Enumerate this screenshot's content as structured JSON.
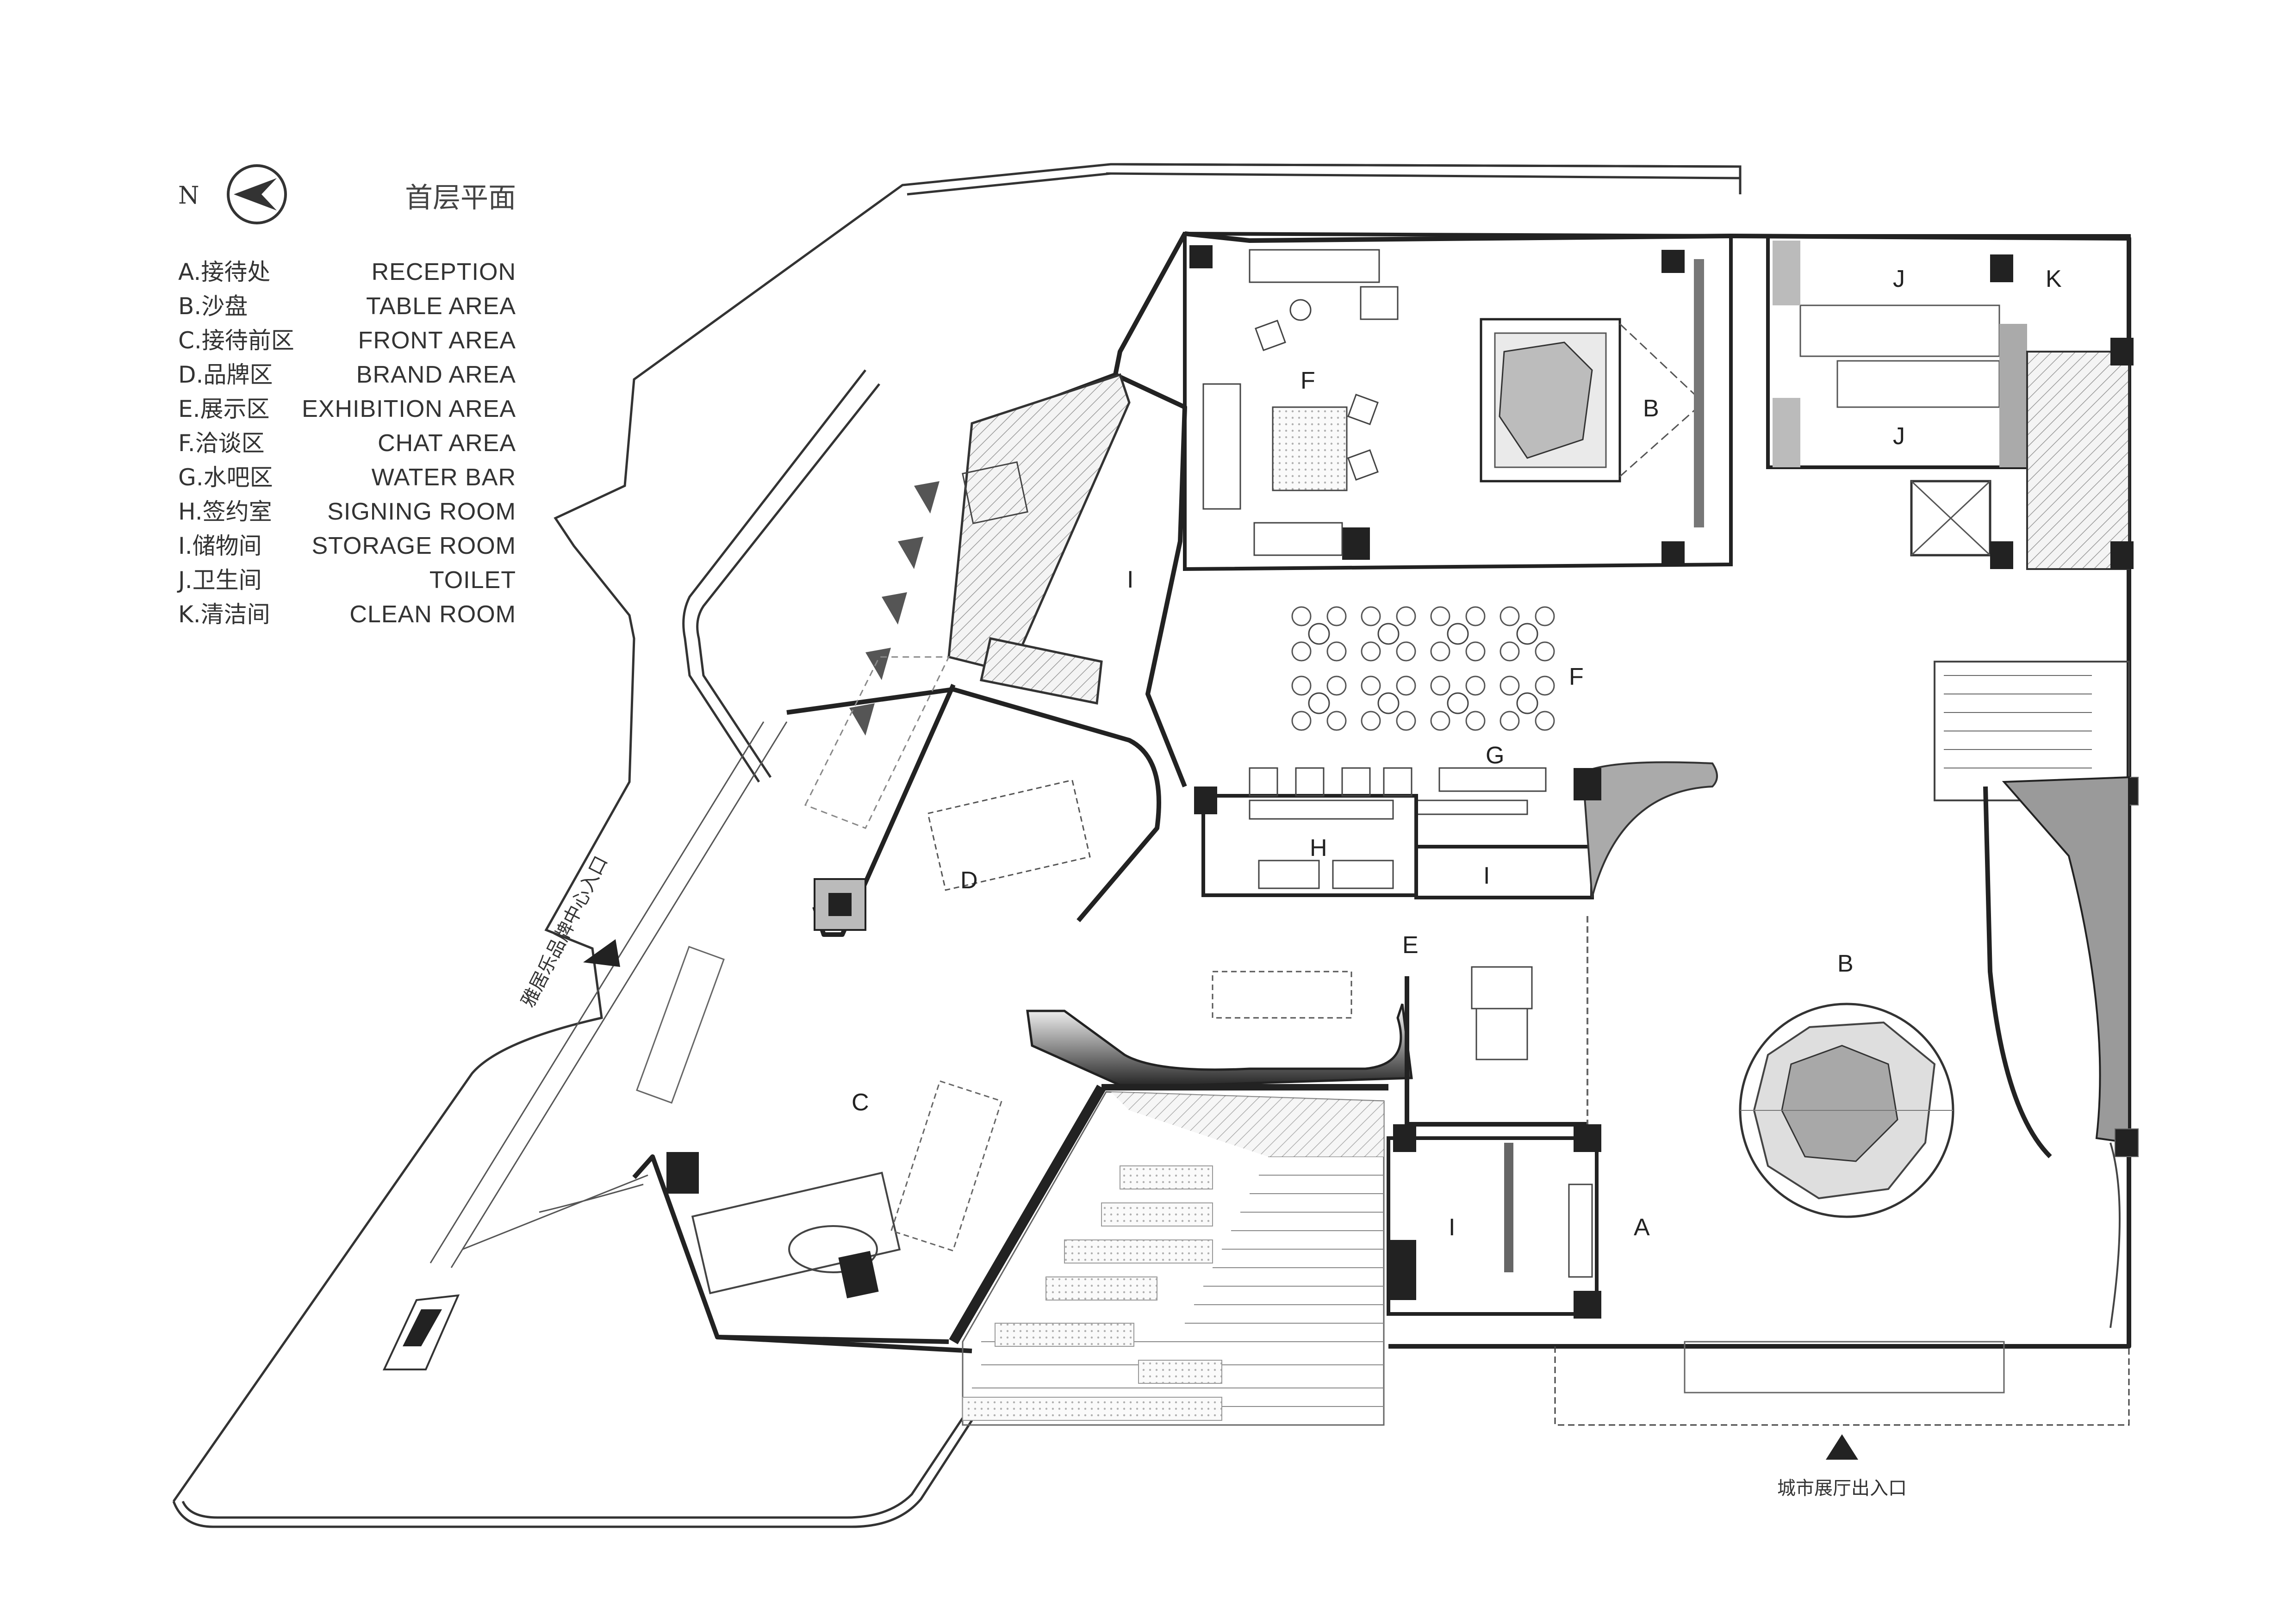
{
  "title": "首层平面",
  "north_label": "N",
  "legend": [
    {
      "zh": "A.接待处",
      "en": "RECEPTION"
    },
    {
      "zh": "B.沙盘",
      "en": "TABLE AREA"
    },
    {
      "zh": "C.接待前区",
      "en": "FRONT AREA"
    },
    {
      "zh": "D.品牌区",
      "en": "BRAND AREA"
    },
    {
      "zh": "E.展示区",
      "en": "EXHIBITION AREA"
    },
    {
      "zh": "F.洽谈区",
      "en": "CHAT AREA"
    },
    {
      "zh": "G.水吧区",
      "en": "WATER BAR"
    },
    {
      "zh": "H.签约室",
      "en": "SIGNING ROOM"
    },
    {
      "zh": "I.储物间",
      "en": "STORAGE ROOM"
    },
    {
      "zh": "J.卫生间",
      "en": "TOILET"
    },
    {
      "zh": "K.清洁间",
      "en": "CLEAN ROOM"
    }
  ],
  "room_labels": {
    "a": "A",
    "b": "B",
    "c": "C",
    "d": "D",
    "e": "E",
    "f": "F",
    "g": "G",
    "h": "H",
    "i": "I",
    "j": "J",
    "k": "K"
  },
  "entrances": {
    "brand_center": "雅居乐品牌中心入口",
    "city_hall": "城市展厅出入口"
  }
}
